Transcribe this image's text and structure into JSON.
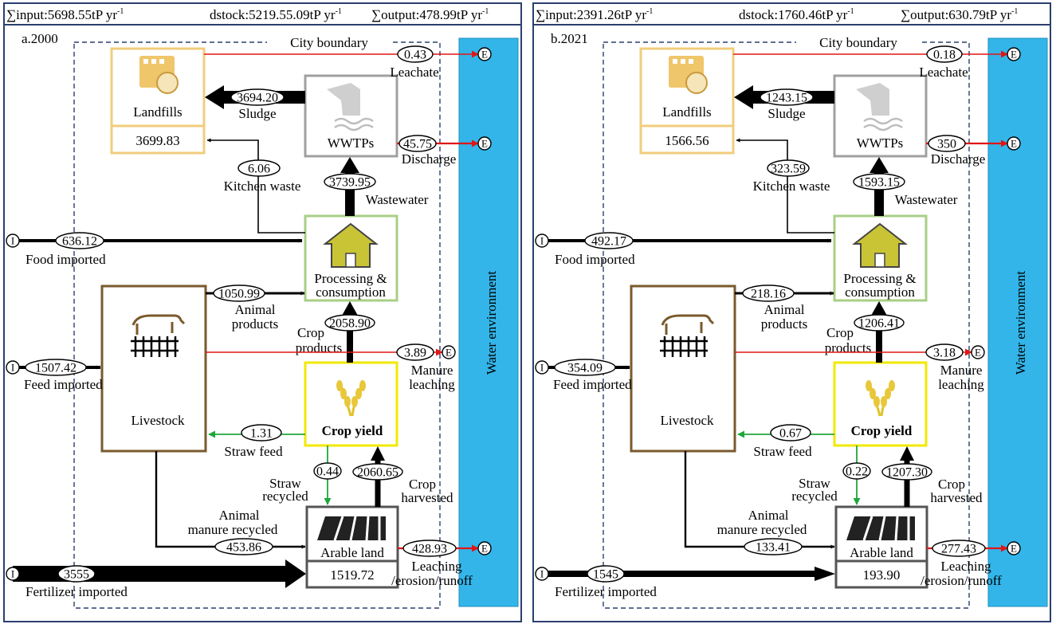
{
  "panels": [
    {
      "id": "a",
      "summary": {
        "input": "∑input:5698.55tP yr",
        "dstock": "dstock:5219.55.09tP yr",
        "output": "∑output:478.99tP yr",
        "unit_sup": "-1"
      },
      "panel_label": "a.2000",
      "city_boundary": "City boundary",
      "water_env": "Water environment",
      "nodes": {
        "landfills": "Landfills",
        "landfills_stock": "3699.83",
        "wwtps": "WWTPs",
        "processing_1": "Processing &",
        "processing_2": "consumption",
        "livestock": "Livestock",
        "crop_yield": "Crop yield",
        "arable": "Arable land",
        "arable_stock": "1519.72"
      },
      "flows": {
        "leachate": "0.43",
        "sludge": "3694.20",
        "discharge": "45.75",
        "kitchen": "6.06",
        "wastewater": "3739.95",
        "food": "636.12",
        "animal": "1050.99",
        "crop_products": "2058.90",
        "manure_leach": "3.89",
        "feed": "1507.42",
        "straw_feed": "1.31",
        "straw_rec": "0.44",
        "crop_harv": "2060.65",
        "manure_rec": "453.86",
        "leaching": "428.93",
        "fertilizer": "3555"
      }
    },
    {
      "id": "b",
      "summary": {
        "input": "∑input:2391.26tP yr",
        "dstock": "dstock:1760.46tP yr",
        "output": "∑output:630.79tP yr",
        "unit_sup": "-1"
      },
      "panel_label": "b.2021",
      "city_boundary": "City boundary",
      "water_env": "Water environment",
      "nodes": {
        "landfills": "Landfills",
        "landfills_stock": "1566.56",
        "wwtps": "WWTPs",
        "processing_1": "Processing &",
        "processing_2": "consumption",
        "livestock": "Livestock",
        "crop_yield": "Crop yield",
        "arable": "Arable land",
        "arable_stock": "193.90"
      },
      "flows": {
        "leachate": "0.18",
        "sludge": "1243.15",
        "discharge": "350",
        "kitchen": "323.59",
        "wastewater": "1593.15",
        "food": "492.17",
        "animal": "218.16",
        "crop_products": "1206.41",
        "manure_leach": "3.18",
        "feed": "354.09",
        "straw_feed": "0.67",
        "straw_rec": "0.22",
        "crop_harv": "1207.30",
        "manure_rec": "133.41",
        "leaching": "277.43",
        "fertilizer": "1545"
      }
    }
  ],
  "labels": {
    "leachate": "Leachate",
    "sludge": "Sludge",
    "discharge": "Discharge",
    "kitchen": "Kitchen waste",
    "wastewater": "Wastewater",
    "food": "Food imported",
    "animal_1": "Animal",
    "animal_2": "products",
    "crop_1": "Crop",
    "crop_2": "products",
    "manure_1": "Manure",
    "manure_2": "leaching",
    "feed": "Feed imported",
    "straw_feed": "Straw feed",
    "straw_rec_1": "Straw",
    "straw_rec_2": "recycled",
    "crop_harv_1": "Crop",
    "crop_harv_2": "harvested",
    "manure_rec_1": "Animal",
    "manure_rec_2": "manure  recycled",
    "leaching_1": "Leaching",
    "leaching_2": "/erosion/runoff",
    "fertilizer": "Fertilizer imported",
    "input_marker": "I",
    "export_marker": "E"
  },
  "colors": {
    "frame": "#2b3f6e",
    "water": "#33b5e9",
    "landfills_border": "#f1cd7c",
    "wwtps_border": "#a0a0a0",
    "processing_border": "#a9cf86",
    "livestock_border": "#7a5a2c",
    "crop_border": "#f2e800",
    "arable_border": "#555555",
    "red_flow": "#e01616",
    "green_flow": "#1ea63a",
    "black_flow": "#000000"
  }
}
